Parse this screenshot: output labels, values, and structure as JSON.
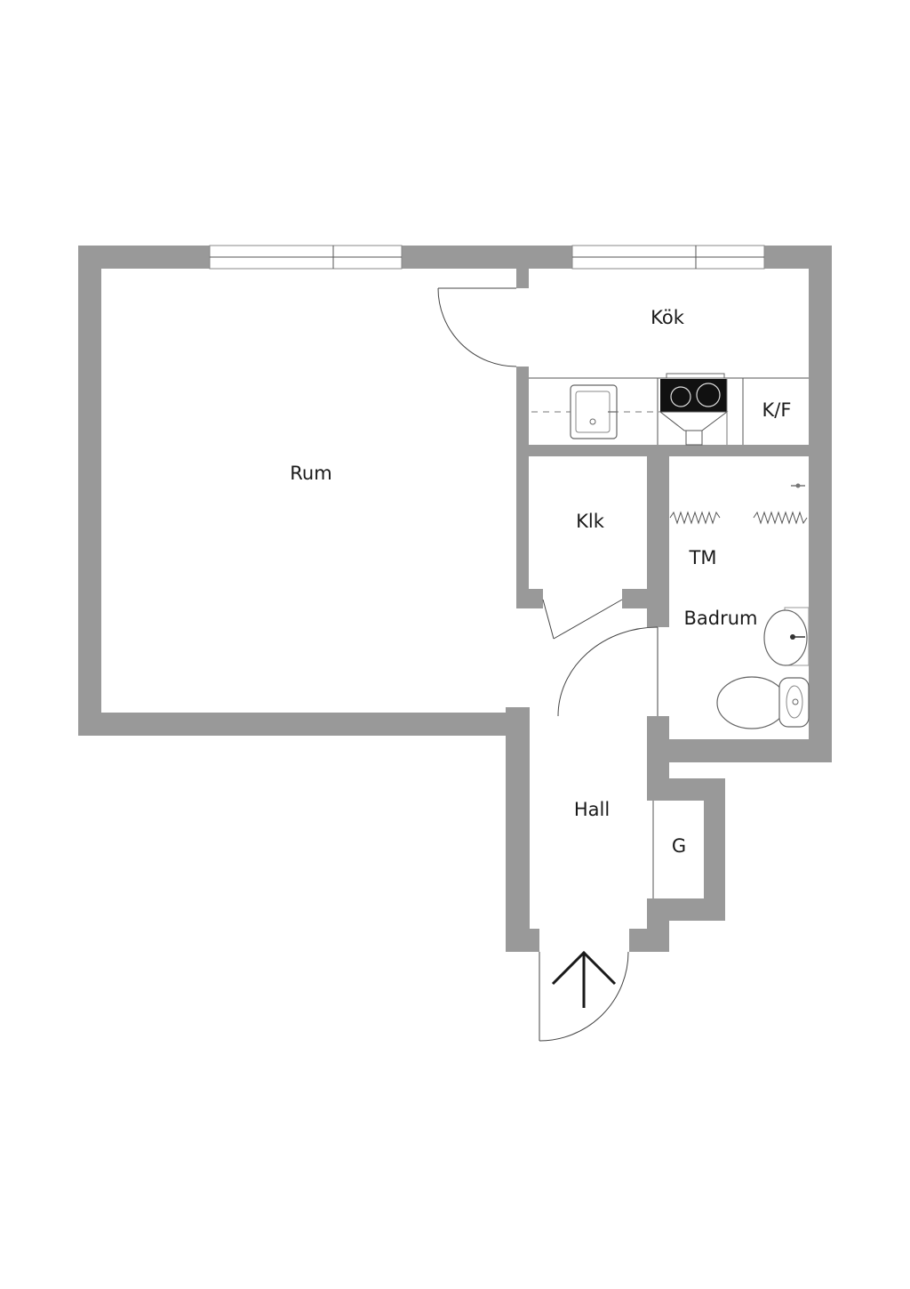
{
  "rooms": {
    "rum": "Rum",
    "kok": "Kök",
    "kf": "K/F",
    "klk": "Klk",
    "tm": "TM",
    "badrum": "Badrum",
    "hall": "Hall",
    "g": "G"
  },
  "colors": {
    "wall": "#999999",
    "background": "#ffffff",
    "text": "#1a1a1a"
  },
  "icons": [
    "door-swing-icon",
    "window-icon",
    "sink-icon",
    "stove-icon",
    "washbasin-icon",
    "toilet-icon",
    "entrance-arrow-icon",
    "radiator-icon"
  ]
}
